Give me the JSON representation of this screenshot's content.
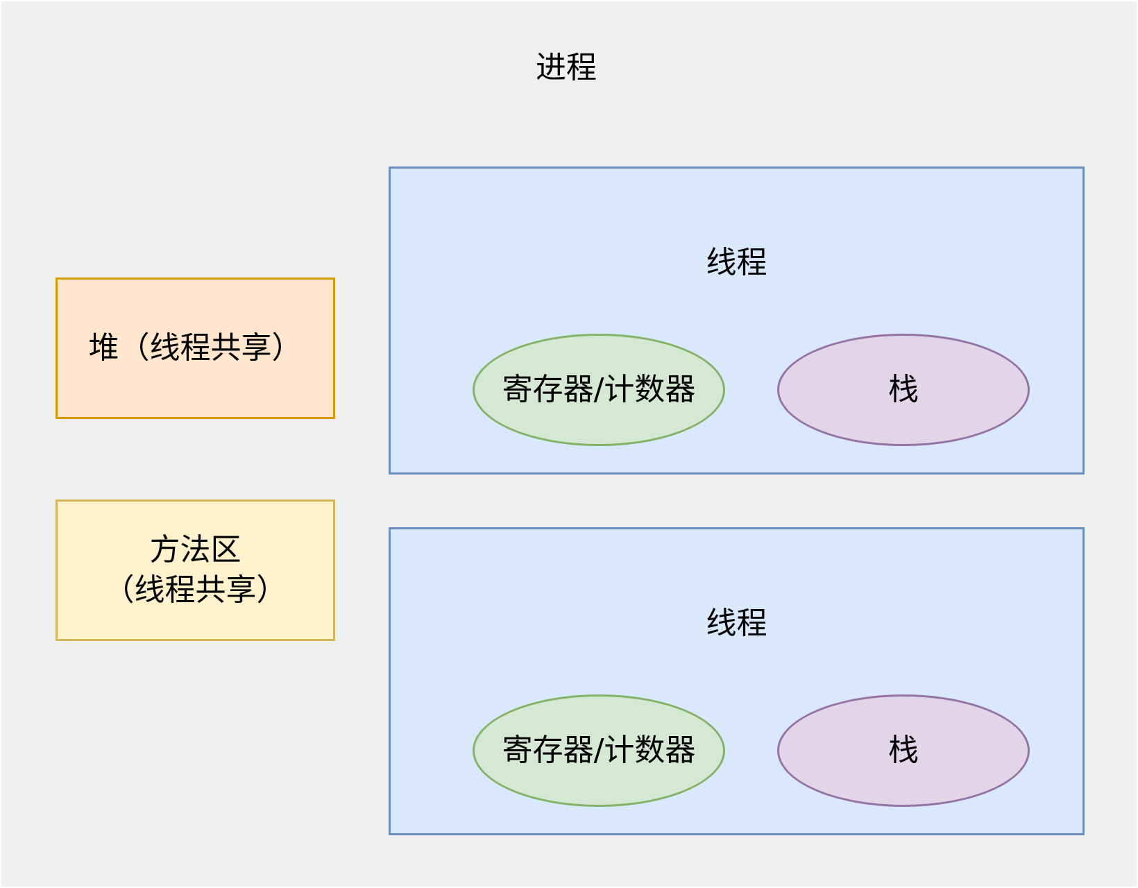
{
  "process": {
    "title": "进程"
  },
  "heap": {
    "label": "堆（线程共享）"
  },
  "method_area": {
    "line1": "方法区",
    "line2": "（线程共享）"
  },
  "threads": [
    {
      "label": "线程",
      "register": "寄存器/计数器",
      "stack": "栈"
    },
    {
      "label": "线程",
      "register": "寄存器/计数器",
      "stack": "栈"
    }
  ],
  "colors": {
    "process_background": "#efefef",
    "heap_fill": "#ffe6cc",
    "heap_border": "#d79b00",
    "method_area_fill": "#fff2cc",
    "method_area_border": "#d6b656",
    "thread_fill": "#dae8fc",
    "thread_border": "#6c8ebf",
    "register_fill": "#d5e8d4",
    "register_border": "#82b366",
    "stack_fill": "#e1d5e7",
    "stack_border": "#9673a6"
  }
}
